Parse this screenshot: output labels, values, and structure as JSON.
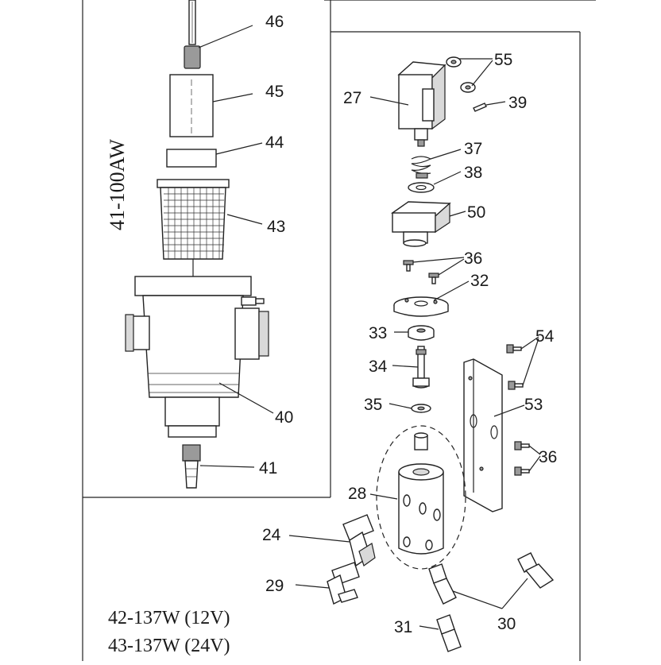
{
  "diagram": {
    "model_vertical": "41-100AW",
    "models_bottom": [
      "42-137W (12V)",
      "43-137W (24V)"
    ],
    "callouts": [
      {
        "id": "n46",
        "label": "46"
      },
      {
        "id": "n45",
        "label": "45"
      },
      {
        "id": "n44",
        "label": "44"
      },
      {
        "id": "n43",
        "label": "43"
      },
      {
        "id": "n40",
        "label": "40"
      },
      {
        "id": "n41",
        "label": "41"
      },
      {
        "id": "n27",
        "label": "27"
      },
      {
        "id": "n55",
        "label": "55"
      },
      {
        "id": "n39",
        "label": "39"
      },
      {
        "id": "n37",
        "label": "37"
      },
      {
        "id": "n38",
        "label": "38"
      },
      {
        "id": "n50",
        "label": "50"
      },
      {
        "id": "n36a",
        "label": "36"
      },
      {
        "id": "n32",
        "label": "32"
      },
      {
        "id": "n33",
        "label": "33"
      },
      {
        "id": "n34",
        "label": "34"
      },
      {
        "id": "n35",
        "label": "35"
      },
      {
        "id": "n54",
        "label": "54"
      },
      {
        "id": "n53",
        "label": "53"
      },
      {
        "id": "n36b",
        "label": "36"
      },
      {
        "id": "n28",
        "label": "28"
      },
      {
        "id": "n24",
        "label": "24"
      },
      {
        "id": "n29",
        "label": "29"
      },
      {
        "id": "n30",
        "label": "30"
      },
      {
        "id": "n31",
        "label": "31"
      }
    ]
  }
}
